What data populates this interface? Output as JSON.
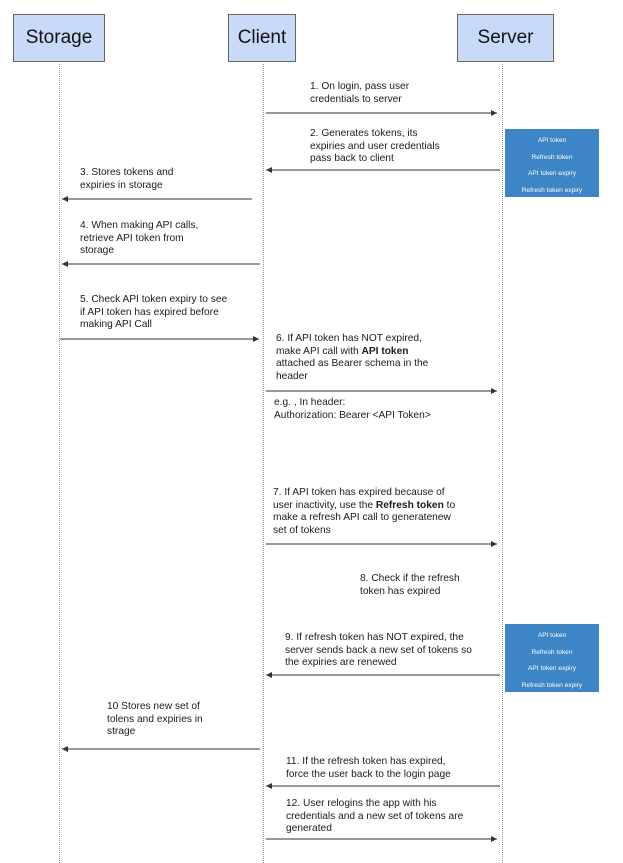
{
  "actors": {
    "storage": "Storage",
    "client": "Client",
    "server": "Server"
  },
  "steps": {
    "s1": [
      "1. On login, pass user",
      "credentials to server"
    ],
    "s2": [
      "2. Generates tokens, its",
      "expiries and  user credentials",
      "pass back to client"
    ],
    "s3": [
      "3. Stores tokens and",
      "expiries in storage"
    ],
    "s4": [
      "4. When making API calls,",
      "retrieve API token from",
      "storage"
    ],
    "s5": [
      "5. Check API token expiry to see",
      "if API token has expired before",
      "making API Call"
    ],
    "s6": {
      "line1": "6. If API token has NOT expired,",
      "line2_pre": "make API call with ",
      "line2_bold": "API token",
      "line3": "attached as Bearer schema in the",
      "line4": "header"
    },
    "s6_example": [
      "e.g. , In header:",
      "Authorization: Bearer <API Token>"
    ],
    "s7": {
      "line1": "7. If API token has expired because of",
      "line2_pre": "user inactivity, use the ",
      "line2_bold": "Refresh token",
      "line2_post": " to",
      "line3": "make a refresh API call to generatenew",
      "line4": "set of tokens"
    },
    "s8": [
      "8. Check if  the refresh",
      "token has expired"
    ],
    "s9": [
      "9. If refresh token has NOT expired,  the",
      "server sends back a new set of tokens so",
      "the expiries are  renewed"
    ],
    "s10": [
      "10 Stores new set of",
      "tolens and expiries in",
      "strage"
    ],
    "s11": [
      "11. If the refresh token has expired,",
      "force the user back to the login page"
    ],
    "s12": [
      "12. User relogins the app with his",
      "credentials and a new set of tokens are",
      "generated"
    ]
  },
  "token_box_1": [
    "API token",
    "Refresh token",
    "API token expiry",
    "Refresh token expiry"
  ],
  "token_box_2": [
    "API token",
    "Refresh token",
    "API token expiry",
    "Refresh token expiry"
  ],
  "colors": {
    "actor_fill": "#c9daf8",
    "token_box_fill": "#3d85c6",
    "arrow": "#333333"
  }
}
